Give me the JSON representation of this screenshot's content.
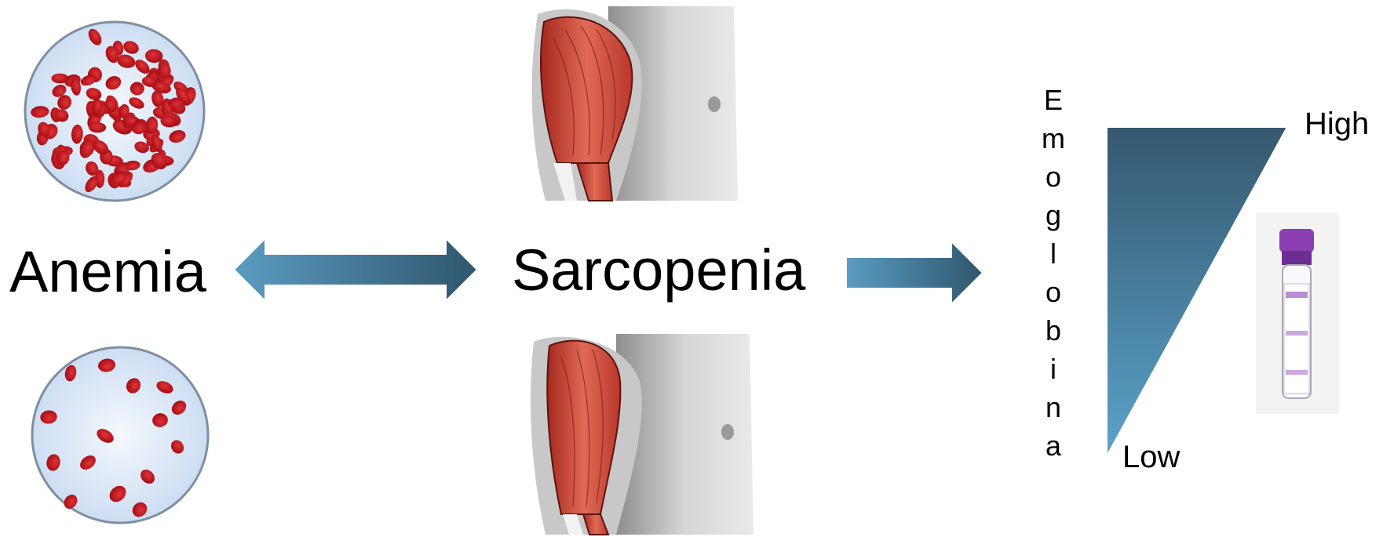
{
  "labels": {
    "anemia": "Anemia",
    "sarcopenia": "Sarcopenia",
    "hemoglobin_vertical": [
      "E",
      "m",
      "o",
      "g",
      "l",
      "o",
      "b",
      "i",
      "n",
      "a"
    ],
    "scale_high": "High",
    "scale_low": "Low"
  },
  "colors": {
    "arrow_light": "#5b9cc2",
    "arrow_dark": "#2f566d",
    "triangle_top": "#35586f",
    "triangle_bottom": "#5aa3c9",
    "rbc": "#c8151b",
    "dish_fill": "#dde9f8",
    "muscle": "#c9493a",
    "skin": "#bdbdbd",
    "tube_cap": "#8c3fb3"
  },
  "icons": [
    "rbc-dense-dish-icon",
    "rbc-sparse-dish-icon",
    "arm-muscle-normal-icon",
    "arm-muscle-atrophic-icon",
    "blood-tube-icon"
  ]
}
